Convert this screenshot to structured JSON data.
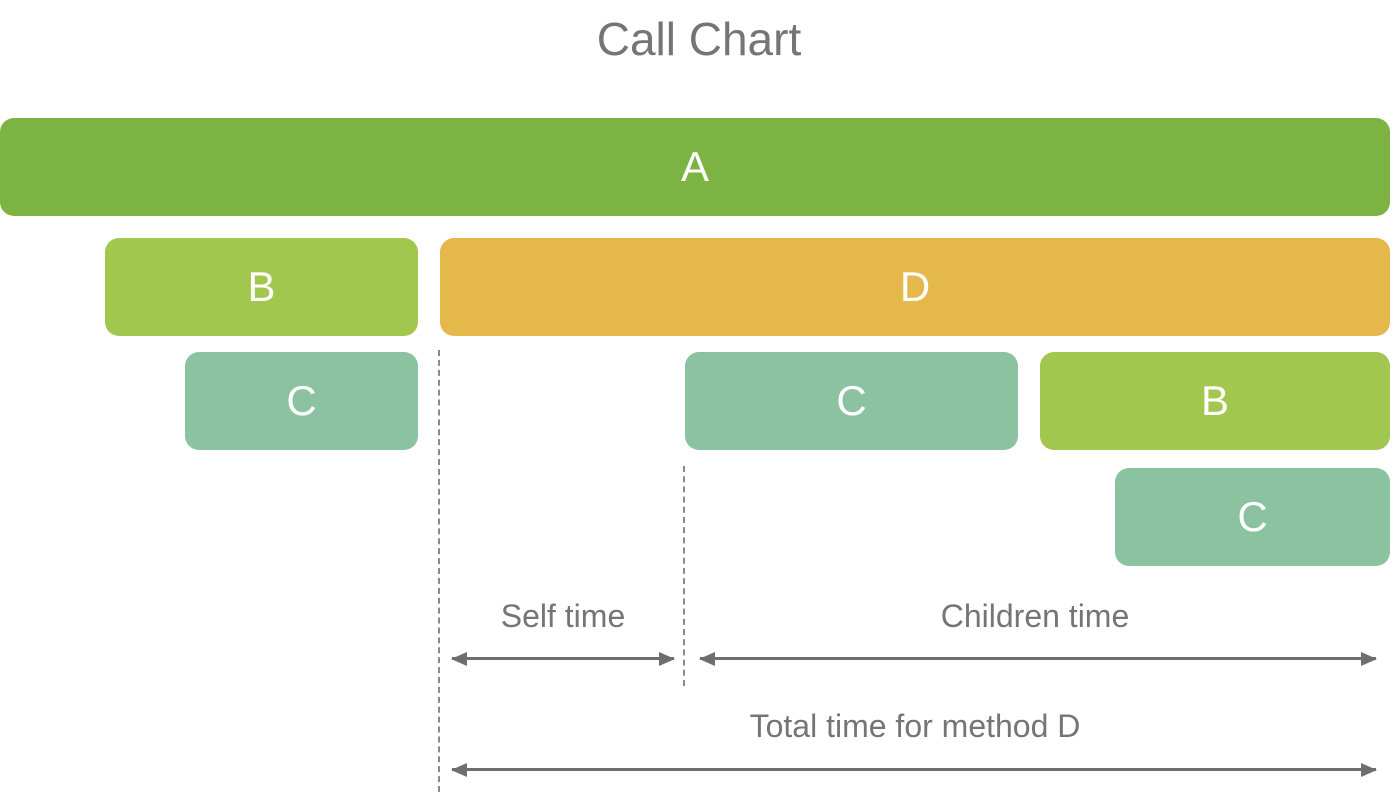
{
  "title": "Call Chart",
  "bars": [
    {
      "method": "A",
      "depth": 0
    },
    {
      "method": "B",
      "depth": 1
    },
    {
      "method": "D",
      "depth": 1
    },
    {
      "method": "C",
      "depth": 2
    },
    {
      "method": "C",
      "depth": 2
    },
    {
      "method": "B",
      "depth": 2
    },
    {
      "method": "C",
      "depth": 3
    }
  ],
  "annotations": {
    "self_time_label": "Self time",
    "children_time_label": "Children time",
    "total_time_label": "Total time for method D"
  },
  "colors": {
    "method_a": "#7CB342",
    "method_b": "#A2C74E",
    "method_c": "#8BC3A0",
    "method_d": "#E5B84B",
    "label_text": "#757575",
    "bar_text": "#FFFFFF",
    "guide_line": "#8A8A8A",
    "arrow_line": "#6E6E6E"
  }
}
